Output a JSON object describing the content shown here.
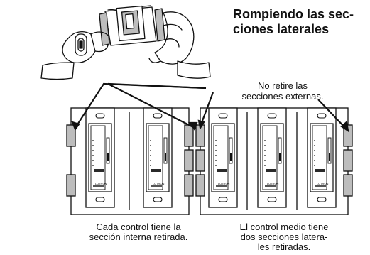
{
  "title": {
    "line1": "Rompiendo las sec-",
    "line2": "ciones  laterales"
  },
  "note": {
    "line1": "No retire las",
    "line2": "secciones externas."
  },
  "captions": {
    "left": {
      "line1": "Cada control tiene la",
      "line2": "sección interna retirada."
    },
    "right": {
      "line1": "El control medio tiene",
      "line2": "dos secciones latera-",
      "line3": "les retiradas."
    }
  },
  "dimmer_brand": "LUTRON",
  "icons": [
    "hands-breaking-fins-illustration",
    "dimmer-switch",
    "arrow-pointer"
  ],
  "colors": {
    "ink": "#111111",
    "fin_shade": "#bdbdbd",
    "slider_bar": "#2a2a2a",
    "background": "#ffffff"
  }
}
